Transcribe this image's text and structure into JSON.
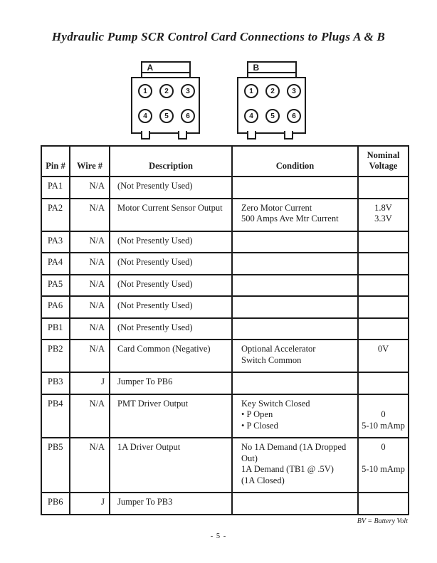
{
  "page": {
    "title": "Hydraulic Pump SCR Control Card Connections to Plugs A & B",
    "footnote": "BV = Battery Volt",
    "page_number": "- 5 -"
  },
  "connectors": [
    {
      "label": "A",
      "pins": [
        "1",
        "2",
        "3",
        "4",
        "5",
        "6"
      ]
    },
    {
      "label": "B",
      "pins": [
        "1",
        "2",
        "3",
        "4",
        "5",
        "6"
      ]
    }
  ],
  "table": {
    "headers": {
      "pin": "Pin #",
      "wire": "Wire #",
      "description": "Description",
      "condition": "Condition",
      "voltage": "Nominal\nVoltage"
    },
    "rows": [
      {
        "pin": "PA1",
        "wire": "N/A",
        "description": "(Not Presently Used)",
        "condition": "",
        "voltage": ""
      },
      {
        "pin": "PA2",
        "wire": "N/A",
        "description": "Motor Current Sensor Output",
        "condition": "Zero Motor Current\n500 Amps Ave Mtr Current",
        "voltage": "1.8V\n3.3V"
      },
      {
        "pin": "PA3",
        "wire": "N/A",
        "description": "(Not Presently Used)",
        "condition": "",
        "voltage": ""
      },
      {
        "pin": "PA4",
        "wire": "N/A",
        "description": "(Not Presently Used)",
        "condition": "",
        "voltage": ""
      },
      {
        "pin": "PA5",
        "wire": "N/A",
        "description": "(Not Presently Used)",
        "condition": "",
        "voltage": ""
      },
      {
        "pin": "PA6",
        "wire": "N/A",
        "description": "(Not Presently Used)",
        "condition": "",
        "voltage": ""
      },
      {
        "pin": "PB1",
        "wire": "N/A",
        "description": "(Not Presently Used)",
        "condition": "",
        "voltage": ""
      },
      {
        "pin": "PB2",
        "wire": "N/A",
        "description": "Card Common (Negative)",
        "condition": "Optional Accelerator\nSwitch Common",
        "voltage": "0V"
      },
      {
        "pin": "PB3",
        "wire": "J",
        "description": "Jumper To PB6",
        "condition": "",
        "voltage": ""
      },
      {
        "pin": "PB4",
        "wire": "N/A",
        "description": "PMT Driver Output",
        "condition": "Key Switch Closed\n• P Open\n• P Closed",
        "voltage": " \n0\n5-10 mAmp"
      },
      {
        "pin": "PB5",
        "wire": "N/A",
        "description": "1A Driver Output",
        "condition": "No 1A Demand (1A Dropped\nOut)\n1A Demand (TB1 @ .5V)\n(1A Closed)",
        "voltage": "0\n \n5-10 mAmp"
      },
      {
        "pin": "PB6",
        "wire": "J",
        "description": "Jumper To PB3",
        "condition": "",
        "voltage": ""
      }
    ]
  },
  "colors": {
    "ink": "#1c1c1c",
    "paper": "#ffffff"
  }
}
